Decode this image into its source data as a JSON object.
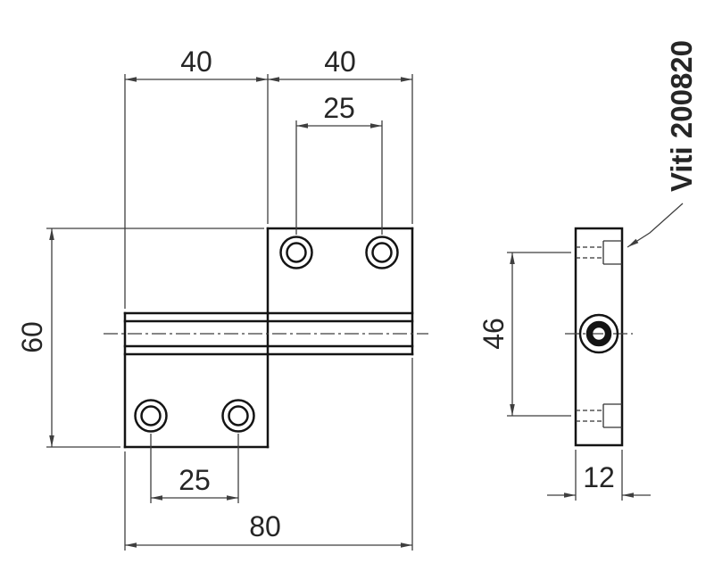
{
  "drawing": {
    "callout": {
      "label": "Viti 200820"
    },
    "dims": {
      "top_left": "40",
      "top_right": "40",
      "upper_hole_pitch": "25",
      "leaf_height": "60",
      "lower_hole_pitch": "25",
      "overall_width": "80",
      "hole_row_span": "46",
      "barrel_thickness": "12"
    },
    "colors": {
      "part_line": "#141414",
      "dimension_line": "#3f3f3f",
      "text": "#262626",
      "background": "#ffffff"
    }
  }
}
